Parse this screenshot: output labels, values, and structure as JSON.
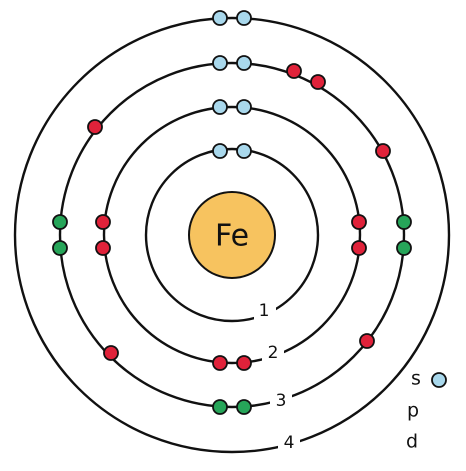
{
  "nucleus": {
    "symbol": "Fe",
    "color": "#f7c35f"
  },
  "orbital_colors": {
    "s": "#a9d8ec",
    "p": "#e0223a",
    "d": "#26a559"
  },
  "shells": [
    {
      "label": "1",
      "electrons": {
        "s": 2,
        "p": 0,
        "d": 0
      }
    },
    {
      "label": "2",
      "electrons": {
        "s": 2,
        "p": 6,
        "d": 0
      }
    },
    {
      "label": "3",
      "electrons": {
        "s": 2,
        "p": 6,
        "d": 6
      }
    },
    {
      "label": "4",
      "electrons": {
        "s": 2,
        "p": 0,
        "d": 0
      }
    }
  ],
  "legend": [
    {
      "label": "s",
      "show_marker": true
    },
    {
      "label": "p",
      "show_marker": false
    },
    {
      "label": "d",
      "show_marker": false
    }
  ]
}
